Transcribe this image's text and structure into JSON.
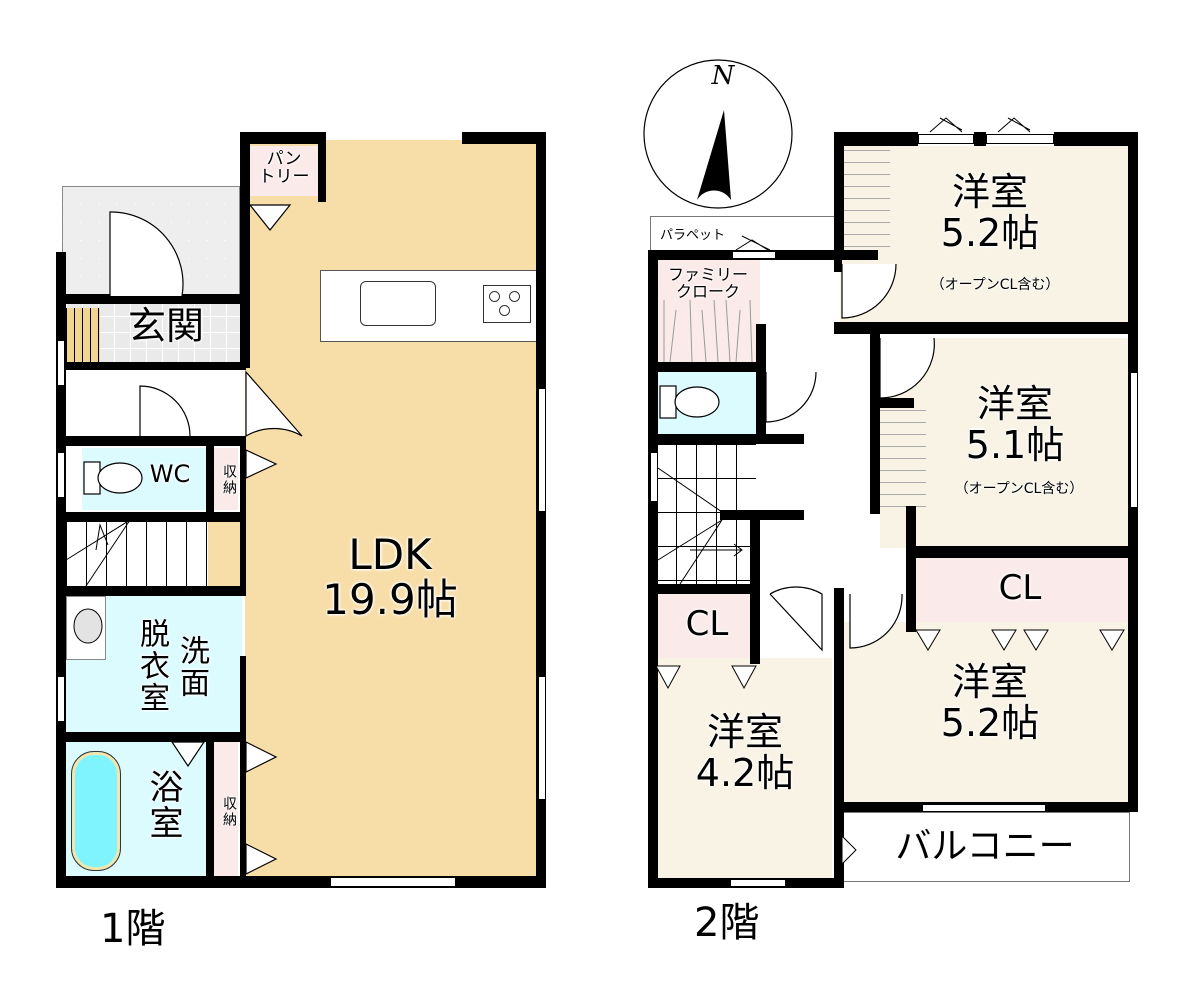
{
  "compass": {
    "label": "N",
    "icon": "north-arrow-icon"
  },
  "floors": [
    {
      "label": "1階",
      "rooms": {
        "ldk": {
          "name": "LDK",
          "size": "19.9帖"
        },
        "pantry": {
          "line1": "パン",
          "line2": "トリー"
        },
        "entrance": {
          "name": "玄関"
        },
        "wc": {
          "name": "WC"
        },
        "storage_upper": {
          "name": "収納"
        },
        "washroom": {
          "col1": "脱衣室",
          "col2": "洗面"
        },
        "bath": {
          "name": "浴室"
        },
        "storage_lower": {
          "name": "収納"
        }
      }
    },
    {
      "label": "2階",
      "rooms": {
        "parapet": {
          "name": "パラペット"
        },
        "family_closet": {
          "line1": "ファミリー",
          "line2": "クローク"
        },
        "bedroom_ne": {
          "name": "洋室",
          "size": "5.2帖",
          "note": "（オープンCL含む）"
        },
        "bedroom_e": {
          "name": "洋室",
          "size": "5.1帖",
          "note": "（オープンCL含む）"
        },
        "closet_se": {
          "name": "CL"
        },
        "bedroom_se": {
          "name": "洋室",
          "size": "5.2帖"
        },
        "closet_sw": {
          "name": "CL"
        },
        "bedroom_sw": {
          "name": "洋室",
          "size": "4.2帖"
        },
        "balcony": {
          "name": "バルコニー"
        }
      }
    }
  ],
  "colors": {
    "ldk": "#f7dea8",
    "wet_area": "#dcfbff",
    "storage": "#fbeaea",
    "western_room": "#f8f3e4",
    "wall": "#000000"
  }
}
